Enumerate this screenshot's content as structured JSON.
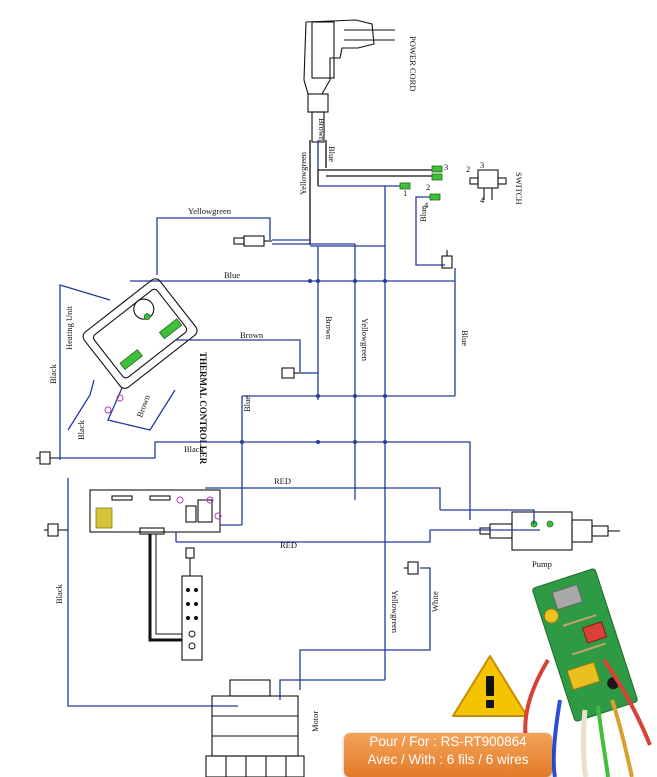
{
  "components": {
    "power_cord": "POWER CORD",
    "switch": "SWITCH",
    "heating_unit": "Heating Unit",
    "thermal_controller": "THERMAL CONTROLLER",
    "pump": "Pump",
    "motor": "Motor"
  },
  "switch_terminals": [
    "1",
    "2",
    "3",
    "4"
  ],
  "wire_labels": {
    "brown_cord": "Brown",
    "blue_cord": "Blue",
    "yellowgreen_cord": "Yellowgreen",
    "yellowgreen_top": "Yellowgreen",
    "blue_top": "Blue",
    "blue_switch": "Blue",
    "brown_heater": "Brown",
    "brown_vertical": "Brown",
    "yellowgreen_mid": "Yellowgreen",
    "blue_right": "Blue",
    "black_left": "Black",
    "black_heater": "Black",
    "brown_heater_leg": "Brown",
    "blue_lower": "Blue",
    "black_mid": "Black",
    "red_upper": "RED",
    "red_lower": "RED",
    "black_bottom": "Black",
    "yellowgreen_bottom": "Yellowgreen",
    "white": "White"
  },
  "badge": {
    "line1": "Pour / For : RS-RT900864",
    "line2": "Avec / With : 6 fils / 6 wires"
  },
  "colors": {
    "blue_wire": "#2a4fd8",
    "green_wire": "#2f8f3a",
    "badge": "#e8843a",
    "warning": "#f5c400"
  },
  "icons": [
    "warning-icon",
    "plug-icon",
    "connector-icon",
    "circuit-board-photo"
  ]
}
